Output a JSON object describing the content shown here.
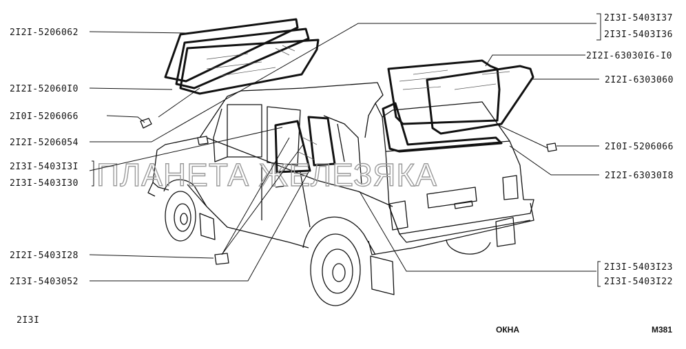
{
  "left_labels": [
    "2I2I-5206062",
    "2I2I-52060I0",
    "2I0I-5206066",
    "2I2I-5206054",
    "2I3I-5403I3I",
    "2I3I-5403I30",
    "2I2I-5403I28",
    "2I3I-5403052"
  ],
  "right_labels": [
    "2I3I-5403I37",
    "2I3I-5403I36",
    "2I2I-63030I6-I0",
    "2I2I-6303060",
    "2I0I-5206066",
    "2I2I-63030I8",
    "2I3I-5403I23",
    "2I3I-5403I22"
  ],
  "watermark": "ПЛАНЕТА ЖЕЛЕЗЯКА",
  "footer": {
    "model": "2I3I",
    "section": "ОКНА",
    "page": "M381"
  }
}
